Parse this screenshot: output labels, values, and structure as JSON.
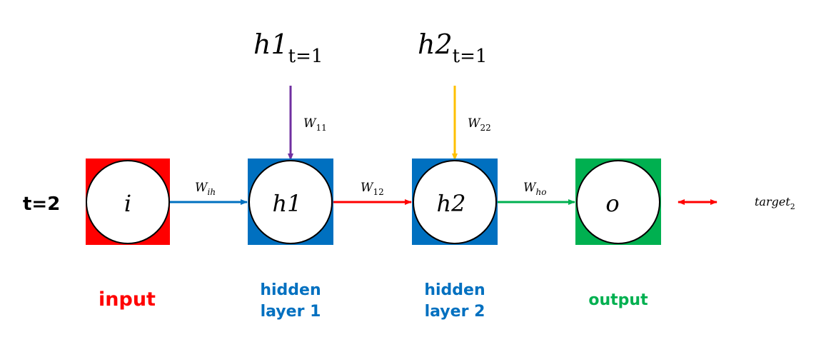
{
  "diagram": {
    "time_label": "t=2",
    "prev_states": [
      {
        "base": "h1",
        "sub": "t=1"
      },
      {
        "base": "h2",
        "sub": "t=1"
      }
    ],
    "nodes": [
      {
        "symbol": "i",
        "caption_line1": "input",
        "caption_line2": "",
        "color": "#ff0000"
      },
      {
        "symbol": "h1",
        "caption_line1": "hidden",
        "caption_line2": "layer 1",
        "color": "#0070c0"
      },
      {
        "symbol": "h2",
        "caption_line1": "hidden",
        "caption_line2": "layer 2",
        "color": "#0070c0"
      },
      {
        "symbol": "o",
        "caption_line1": "output",
        "caption_line2": "",
        "color": "#00b050"
      }
    ],
    "weights": {
      "ih": {
        "base": "W",
        "sub": "ih"
      },
      "w12": {
        "base": "W",
        "sub": "12"
      },
      "ho": {
        "base": "W",
        "sub": "ho"
      },
      "w11": {
        "base": "W",
        "sub": "11"
      },
      "w22": {
        "base": "W",
        "sub": "22"
      }
    },
    "target": {
      "base": "target",
      "sub": "2"
    },
    "colors": {
      "arrow_ih": "#0070c0",
      "arrow_12": "#ff0000",
      "arrow_ho": "#00b050",
      "arrow_w11": "#7030a0",
      "arrow_w22": "#ffc000",
      "arrow_target": "#ff0000"
    }
  }
}
